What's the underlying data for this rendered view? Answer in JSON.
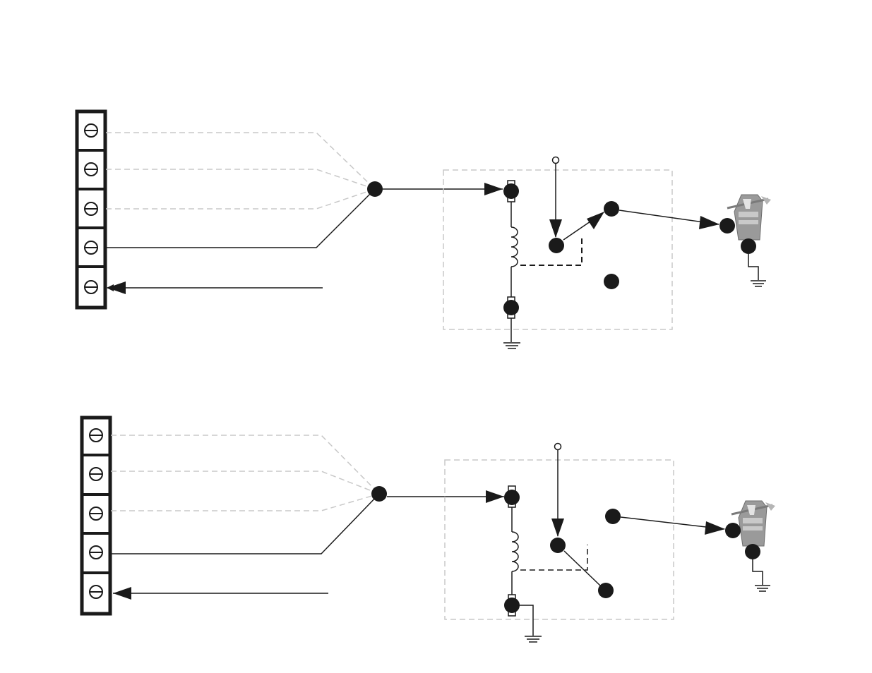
{
  "diagrams": [
    {
      "id": "upper",
      "description_state": "energized",
      "terminal_count": 5,
      "colors": {
        "wire": "#1a1a1a",
        "dashed_wire": "#c8c8c8",
        "relay_box": "#c8c8c8"
      },
      "icons": [
        "screw-terminal-icon",
        "ground-icon",
        "horn-icon",
        "coil-icon",
        "junction-node-icon"
      ]
    },
    {
      "id": "lower",
      "description_state": "de-energized",
      "terminal_count": 5,
      "colors": {
        "wire": "#1a1a1a",
        "dashed_wire": "#c8c8c8",
        "relay_box": "#c8c8c8"
      },
      "icons": [
        "screw-terminal-icon",
        "ground-icon",
        "horn-icon",
        "coil-icon",
        "junction-node-icon"
      ]
    }
  ]
}
